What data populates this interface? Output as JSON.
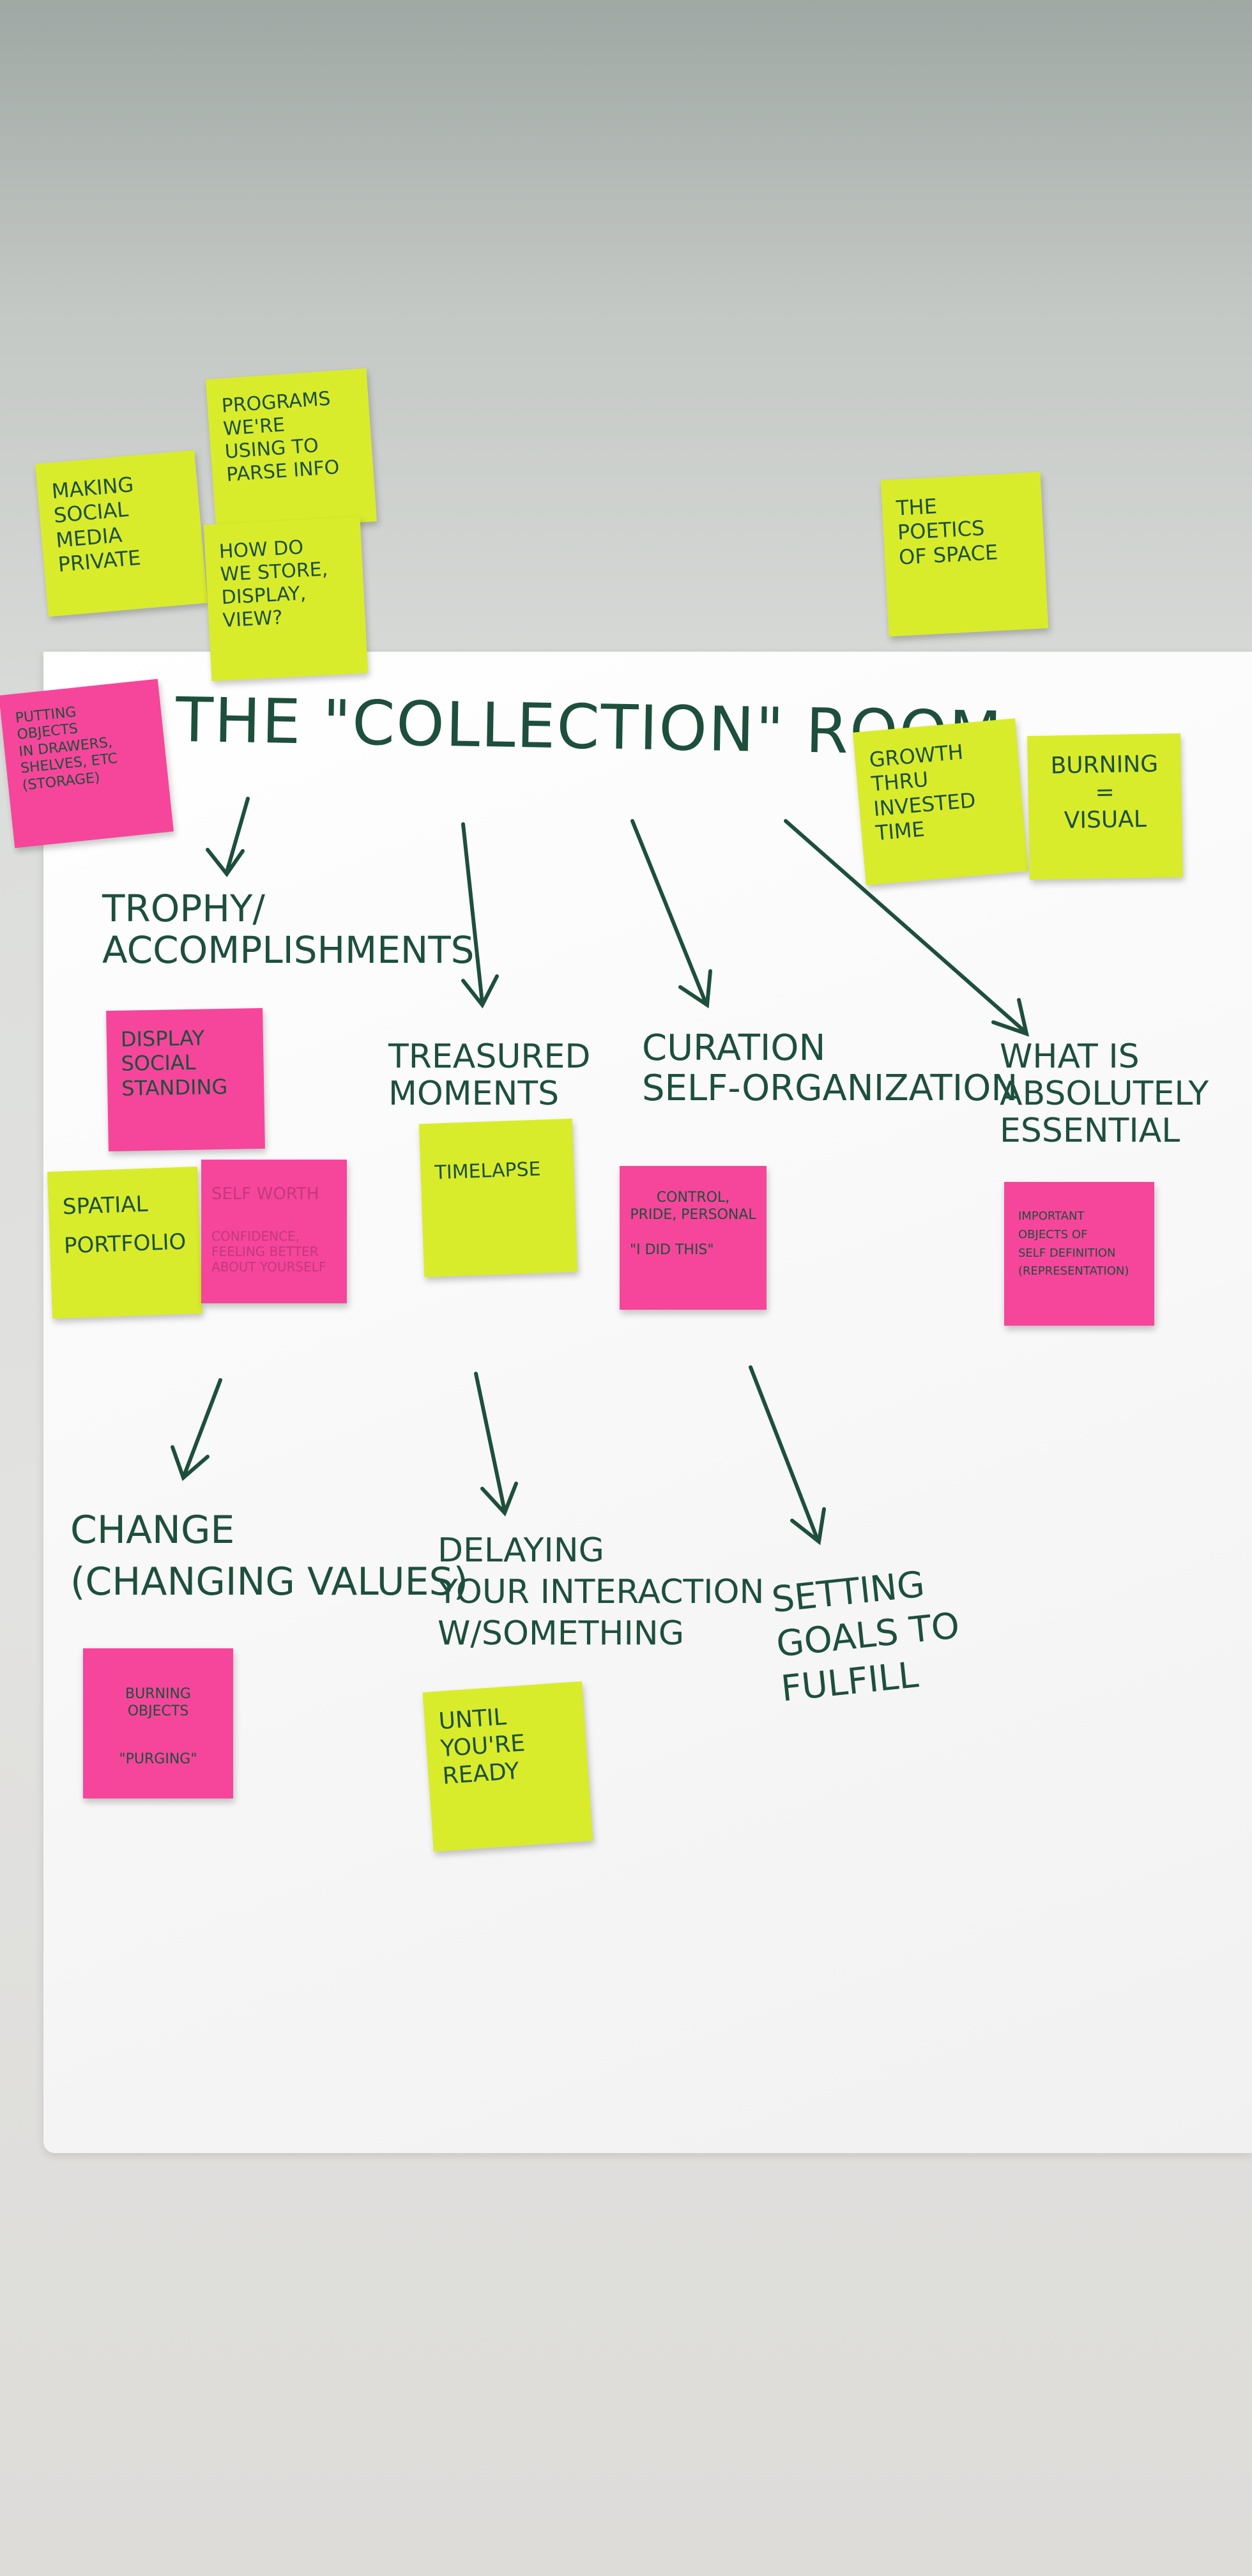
{
  "title": "THE \"COLLECTION\" ROOM",
  "headings": {
    "trophy": "TROPHY/\nACCOMPLISHMENTS",
    "treasured": "TREASURED\nMOMENTS",
    "curation": "CURATION\nSELF-ORGANIZATION",
    "essential": "WHAT IS\nABSOLUTELY\nESSENTIAL",
    "change": "CHANGE\n(CHANGING VALUES)",
    "delaying": "DELAYING\nYOUR INTERACTION\nW/SOMETHING",
    "goals": "SETTING\nGOALS TO\nFULFILL"
  },
  "notes": {
    "social_media": "MAKING\nSOCIAL\nMEDIA\nPRIVATE",
    "programs": "PROGRAMS\nWE'RE\nUSING TO\nPARSE INFO",
    "store_display": "HOW DO\nWE STORE,\nDISPLAY,\nVIEW?",
    "poetics": "THE\nPOETICS\nOF SPACE",
    "putting_objects": "PUTTING\nOBJECTS\nIN DRAWERS,\nSHELVES, ETC\n(STORAGE)",
    "growth": "GROWTH\nTHRU INVESTED\nTIME",
    "burning": "BURNING\n=\nVISUAL",
    "display_social": "DISPLAY\nSOCIAL\nSTANDING",
    "spatial": "SPATIAL\nPORTFOLIO",
    "self_worth_title": "SELF WORTH",
    "self_worth_body": "CONFIDENCE,\nFEELING BETTER\nABOUT YOURSELF",
    "timelapse": "TIMELAPSE",
    "control_top": "CONTROL,\nPRIDE, PERSONAL",
    "control_quote": "\"I DID THIS\"",
    "important": "IMPORTANT\nOBJECTS OF\nSELF DEFINITION\n(REPRESENTATION)",
    "burning_objects": "BURNING\nOBJECTS",
    "purging": "\"PURGING\"",
    "until": "UNTIL\nYOU'RE\nREADY"
  },
  "colors": {
    "ink": "#1d4f3c",
    "yellow_note": "#d8ec2c",
    "pink_note": "#f5469b",
    "paper": "#ffffff",
    "wall": "#d4d6d3"
  }
}
